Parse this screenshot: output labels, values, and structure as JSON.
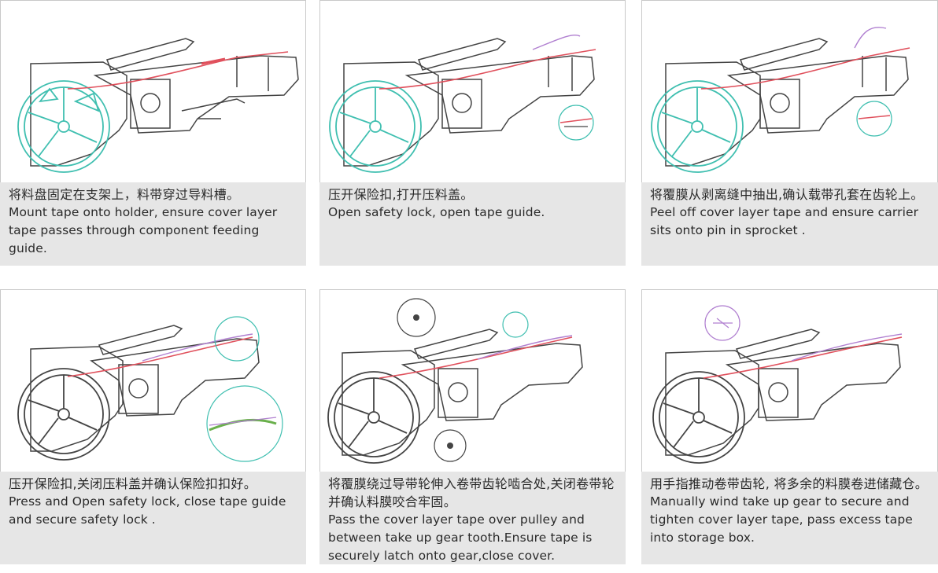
{
  "steps": [
    {
      "cn": "将料盘固定在支架上，料带穿过导料槽。",
      "en": "Mount tape onto holder, ensure cover layer tape passes through component feeding  guide."
    },
    {
      "cn": "压开保险扣,打开压料盖。",
      "en": "Open safety lock, open tape guide."
    },
    {
      "cn": "将覆膜从剥离缝中抽出,确认载带孔套在齿轮上。",
      "en": "Peel off cover layer tape and ensure carrier sits onto pin in sprocket ."
    },
    {
      "cn": "压开保险扣,关闭压料盖并确认保险扣扣好。",
      "en": "Press and Open safety lock, close tape guide and secure safety lock ."
    },
    {
      "cn": "将覆膜绕过导带轮伸入卷带齿轮啮合处,关闭卷带轮并确认料膜咬合牢固。",
      "en": "Pass the cover layer tape over pulley and between take up gear tooth.Ensure tape is securely latch onto gear,close cover."
    },
    {
      "cn": "用手指推动卷带齿轮, 将多余的料膜卷进储藏仓。",
      "en": "Manually wind take up gear to secure and tighten cover layer tape, pass excess tape into storage box."
    }
  ]
}
